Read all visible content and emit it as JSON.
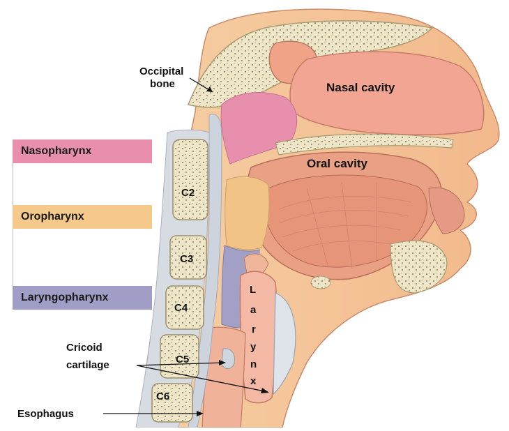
{
  "legend": [
    {
      "label": "Nasopharynx",
      "color": "#e07a98"
    },
    {
      "label": "Oropharynx",
      "color": "#f3c98b"
    },
    {
      "label": "Laryngopharynx",
      "color": "#9b97c4"
    }
  ],
  "labels": {
    "occipital_bone_line1": "Occipital",
    "occipital_bone_line2": "bone",
    "nasal_cavity": "Nasal cavity",
    "oral_cavity": "Oral cavity",
    "cricoid_line1": "Cricoid",
    "cricoid_line2": "cartilage",
    "esophagus": "Esophagus",
    "larynx_letters": [
      "L",
      "a",
      "r",
      "y",
      "n",
      "x"
    ]
  },
  "vertebrae": [
    "C2",
    "C3",
    "C4",
    "C5",
    "C6"
  ]
}
